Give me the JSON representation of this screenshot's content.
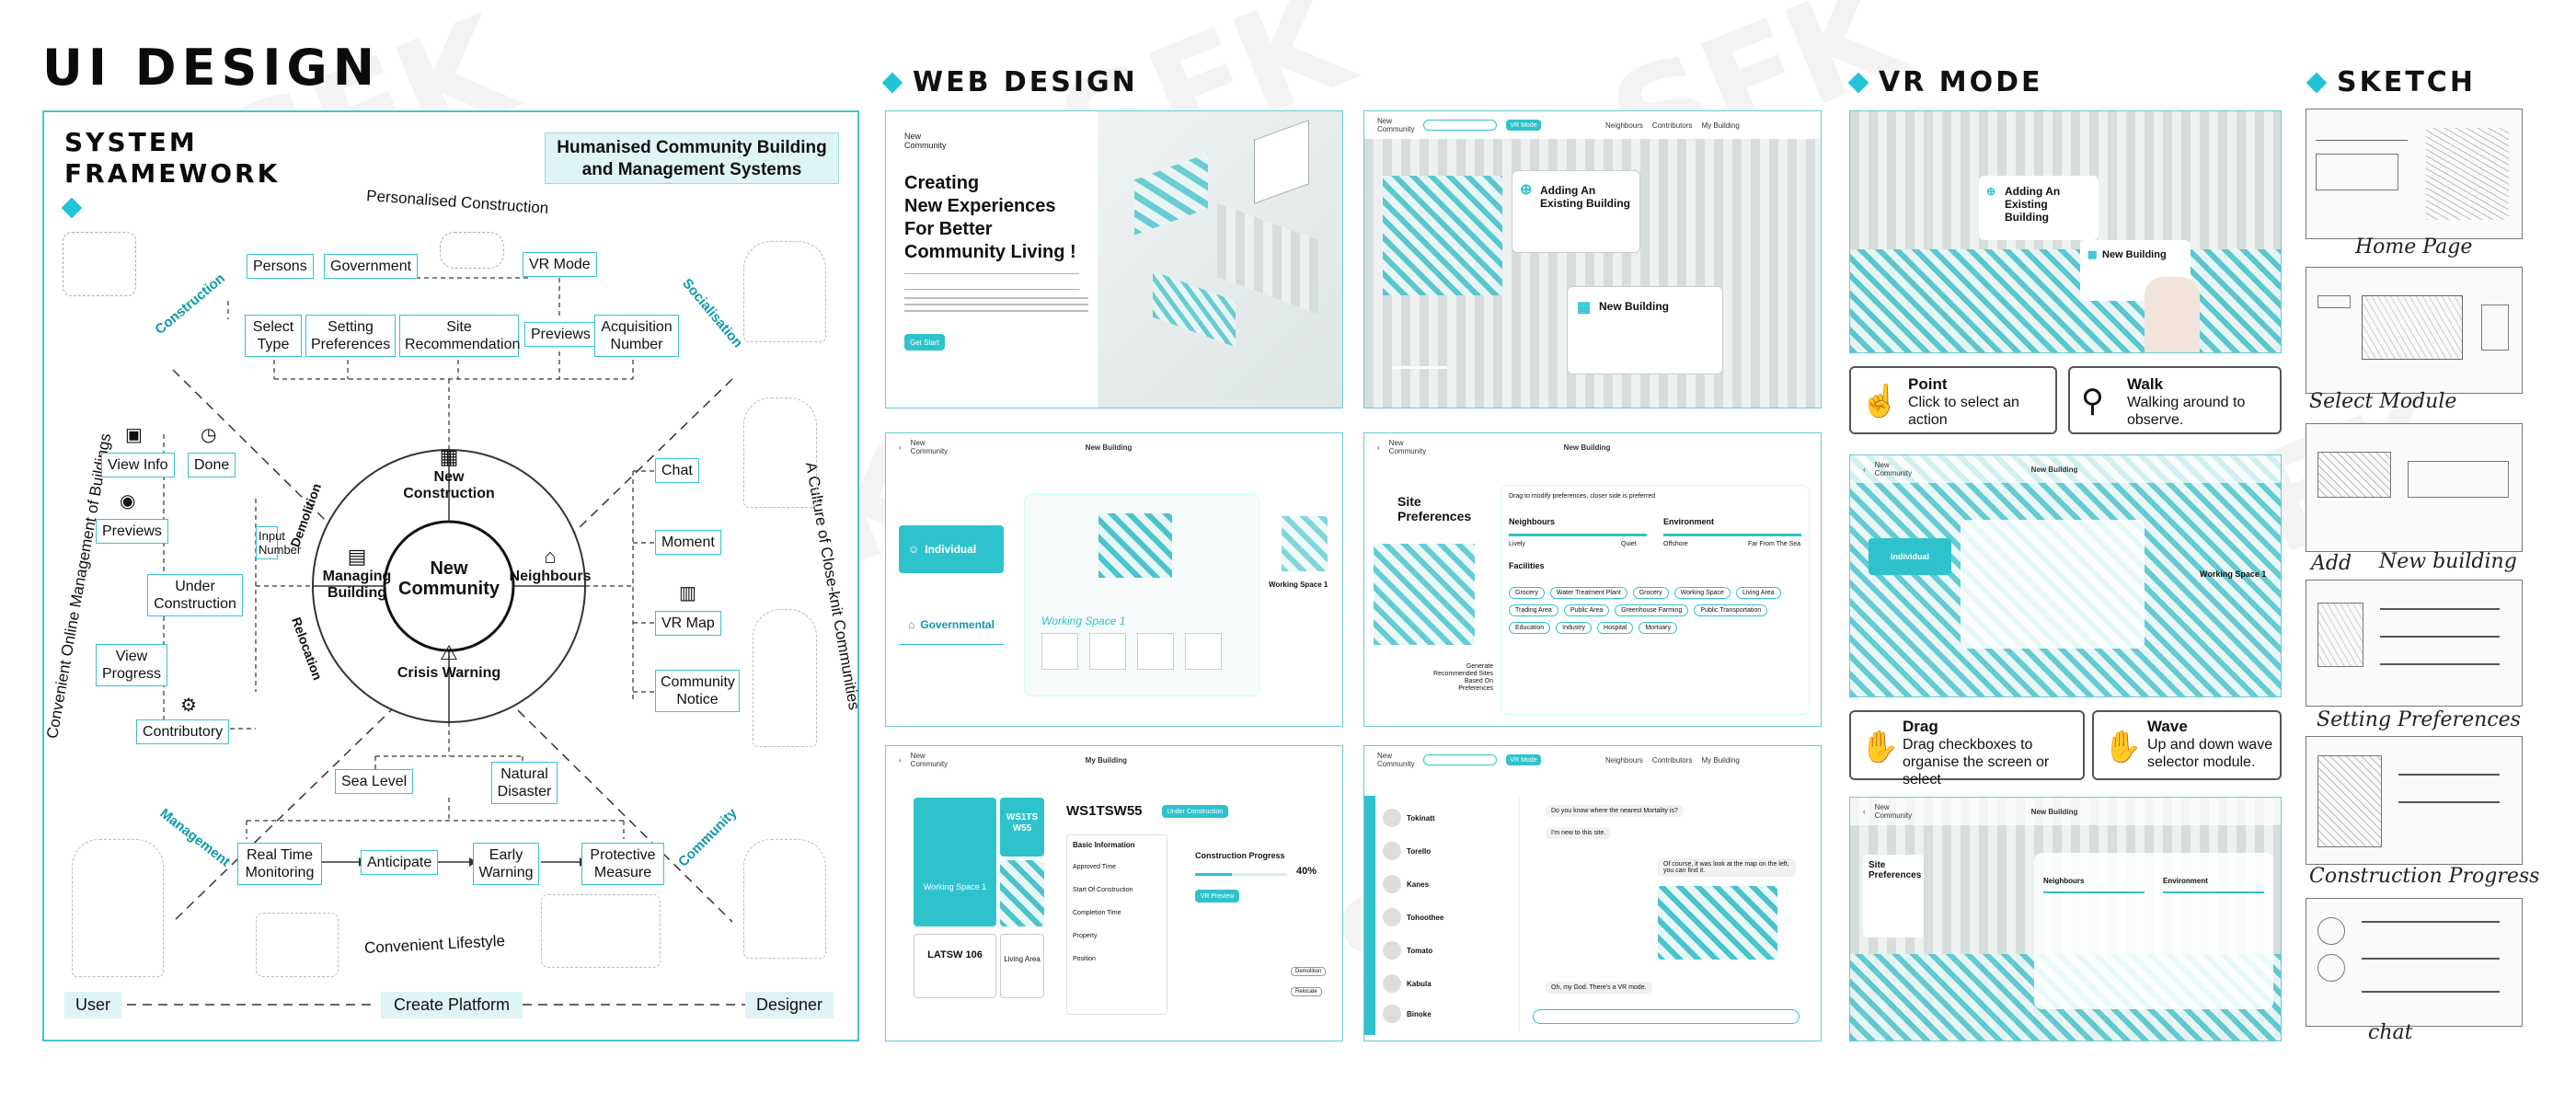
{
  "main_title": "UI DESIGN",
  "sections": {
    "web": "WEB DESIGN",
    "vr": "VR MODE",
    "sketch": "SKETCH"
  },
  "framework": {
    "title_line1": "SYSTEM",
    "title_line2": "FRAMEWORK",
    "banner_line1": "Humanised Community Building",
    "banner_line2": "and Management Systems",
    "top_caption": "Personalised Construction",
    "bottom_caption": "Convenient Lifestyle",
    "left_caption": "Convenient Online Management of Buildings",
    "right_caption": "A Culture of Close-knit Communities",
    "quadrants": {
      "construction": "Construction",
      "socialisation": "Socialisation",
      "management": "Management",
      "community": "Community"
    },
    "ring_labels": {
      "demolition": "Demolition",
      "relocation": "Relocation"
    },
    "center": "New Community",
    "hub": {
      "new_construction": "New Construction",
      "managing_building": "Managing Building",
      "neighbours": "Neighbours",
      "crisis_warning": "Crisis Warning"
    },
    "top_boxes": [
      "Persons",
      "Government",
      "VR Mode",
      "Select Type",
      "Setting Preferences",
      "Site Recommendation",
      "Previews",
      "Acquisition Number"
    ],
    "left_boxes": [
      "View Info",
      "Done",
      "Previews",
      "Under Construction",
      "View Progress",
      "Contributory",
      "Input Number"
    ],
    "right_boxes": [
      "Chat",
      "Moment",
      "VR Map",
      "Community Notice"
    ],
    "bottom_boxes": [
      "Sea Level",
      "Natural Disaster",
      "Real Time Monitoring",
      "Anticipate",
      "Early Warning",
      "Protective Measure"
    ],
    "footer": [
      "User",
      "Create Platform",
      "Designer"
    ]
  },
  "web": {
    "s1_logo": "New Community",
    "s1_heading_lines": [
      "Creating",
      "New Experiences",
      "For Better",
      "Community Living !"
    ],
    "s1_button": "Get Start",
    "s2_card1": "Adding An Existing Building",
    "s2_card2": "New Building",
    "s2_nav": [
      "Neighbours",
      "Contributors",
      "My Building"
    ],
    "s2_vr": "VR Mode",
    "s3_title": "New Building",
    "s3_opt1": "Individual",
    "s3_opt2": "Governmental",
    "s3_space": "Working Space 1",
    "s3_space_right": "Working Space 1",
    "s4_title": "New Building",
    "s4_heading": "Site Preferences",
    "s4_hint": "Drag to modify preferences, closer side is preferred",
    "s4_neighbours": "Neighbours",
    "s4_environment": "Environment",
    "s4_scale": [
      "Lively",
      "Quiet",
      "Offshore",
      "Far From The Sea"
    ],
    "s4_facilities": "Facilities",
    "s4_tags": [
      "Grocery",
      "Water Treatment Plant",
      "Grocery",
      "Working Space",
      "Living Area",
      "Trading Area",
      "Public Area",
      "Greenhouse Farming",
      "Public Transportation",
      "Education",
      "Industry",
      "Hospital",
      "Mortuary"
    ],
    "s4_footnote": "Generate Recommended Sites Based On Preferences",
    "s5_title": "My Building",
    "s5_code": "WS1TSW55",
    "s5_tile_code": "WS1TS W55",
    "s5_tile_ws": "Working Space 1",
    "s5_tile_latsw": "LATSW 106",
    "s5_tile_living": "Living Area",
    "s5_badge": "Under Construction",
    "s5_basic": "Basic Information",
    "s5_rows": [
      "Approved Time",
      "Start Of Construction",
      "Completion Time",
      "Property",
      "Position"
    ],
    "s5_progress_label": "Construction Progress",
    "s5_progress": 40,
    "s5_progress_text": "40%",
    "s5_vr": "VR Preview",
    "s5_btns": [
      "Demolition",
      "Relocate"
    ],
    "s6_contacts": [
      "Tokinatt",
      "Torello",
      "Kanes",
      "Tohoothee",
      "Tomato",
      "Kabula",
      "Binoke"
    ],
    "s6_msg1": "Do you know where the nearest Mortality is?",
    "s6_msg2": "I'm new to this site.",
    "s6_msg3": "Of course, it was look at the map on the left, you can find it.",
    "s6_msg4": "Oh, my God. There's a VR mode."
  },
  "vr": {
    "card1_title": "Adding An Existing Building",
    "card2_title": "New Building",
    "point_title": "Point",
    "point_desc": "Click to select an action",
    "walk_title": "Walk",
    "walk_desc": "Walking around to observe.",
    "drag_title": "Drag",
    "drag_desc": "Drag checkboxes to organise the screen or select",
    "wave_title": "Wave",
    "wave_desc": "Up and down wave selector module.",
    "s2_title": "New Building",
    "s2_ws": "Working Space 1",
    "s2_opt": "Individual",
    "s3_title": "New Building",
    "s3_heading": "Site Preferences",
    "s3_labels": [
      "Neighbours",
      "Environment"
    ]
  },
  "sketch": {
    "labels": [
      "Home Page",
      "Select Module",
      "Add",
      "New building",
      "Setting Preferences",
      "Construction Progress",
      "chat"
    ]
  },
  "colors": {
    "accent": "#2ec3cc",
    "border": "#44c6d1",
    "dark": "#0b0b0b"
  }
}
